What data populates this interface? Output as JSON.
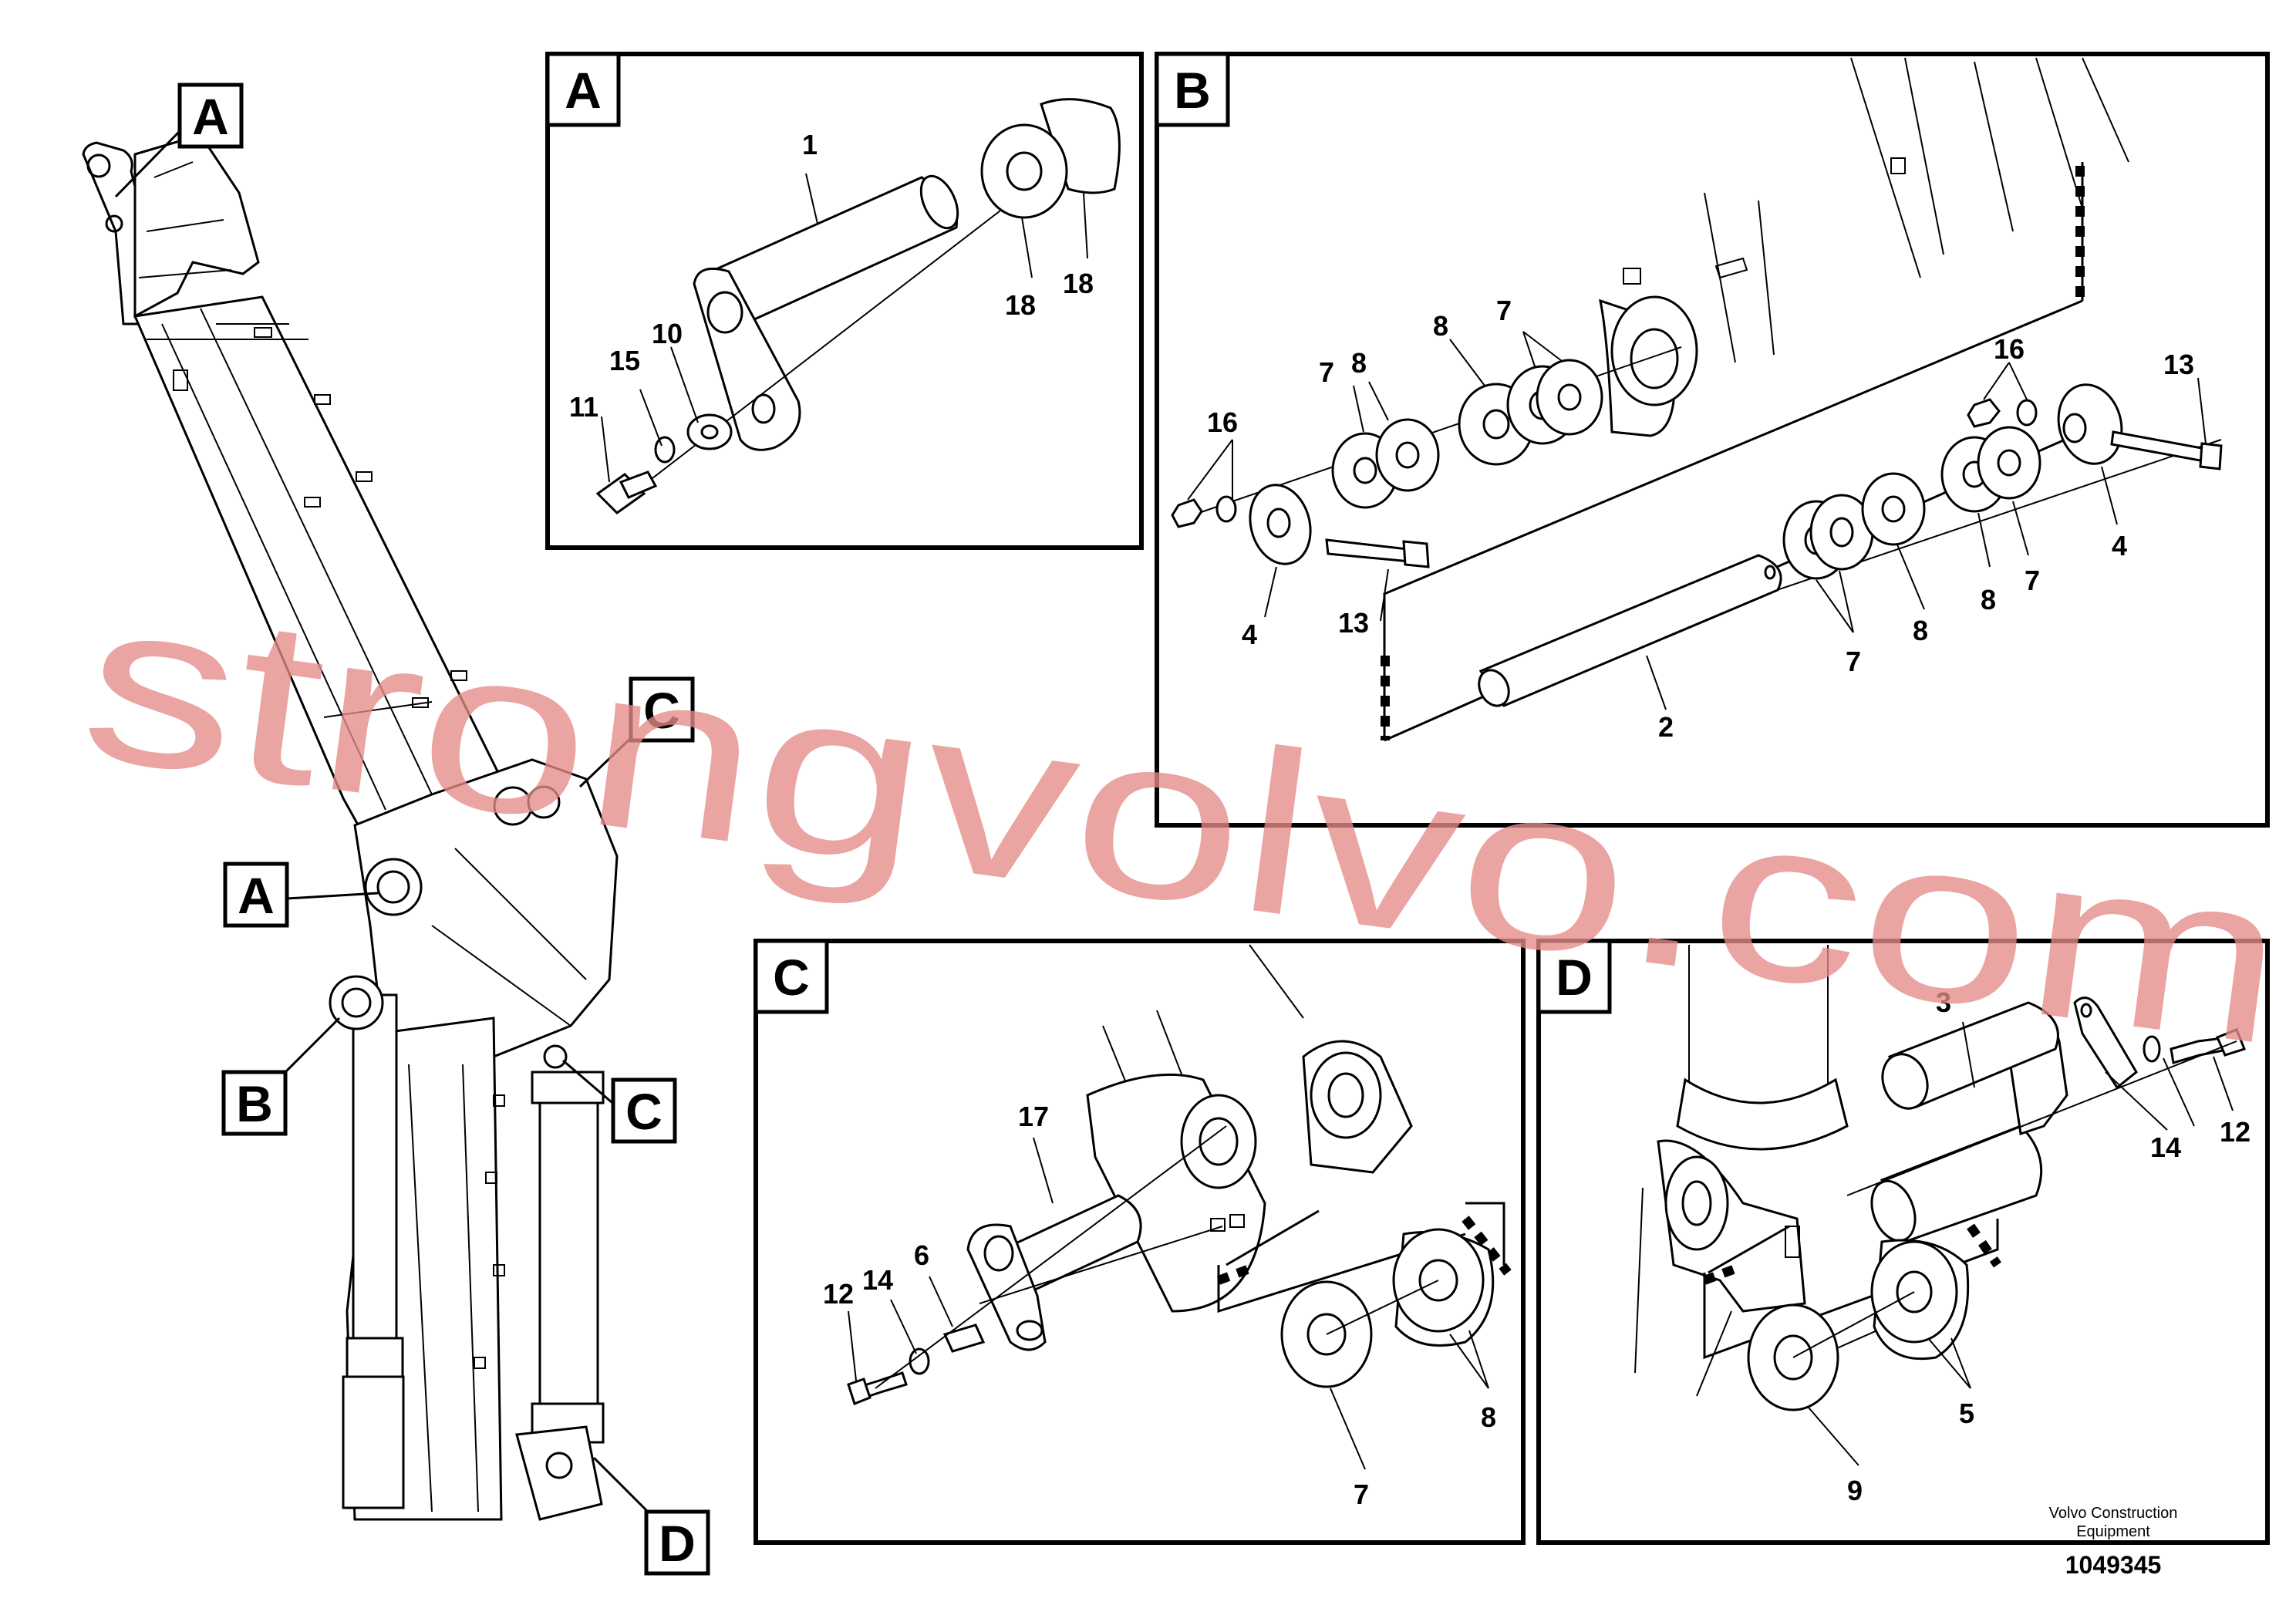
{
  "diagram": {
    "detail_labels": {
      "A": "A",
      "B": "B",
      "C": "C",
      "D": "D"
    },
    "callouts": {
      "n1": "1",
      "n2": "2",
      "n3": "3",
      "n4": "4",
      "n5": "5",
      "n6": "6",
      "n7": "7",
      "n8": "8",
      "n9": "9",
      "n10": "10",
      "n11": "11",
      "n12": "12",
      "n13": "13",
      "n14": "14",
      "n15": "15",
      "n16": "16",
      "n17": "17",
      "n18": "18"
    },
    "footer": {
      "company_line1": "Volvo Construction",
      "company_line2": "Equipment",
      "document_number": "1049345"
    },
    "watermark": "strongvolvo.com"
  }
}
